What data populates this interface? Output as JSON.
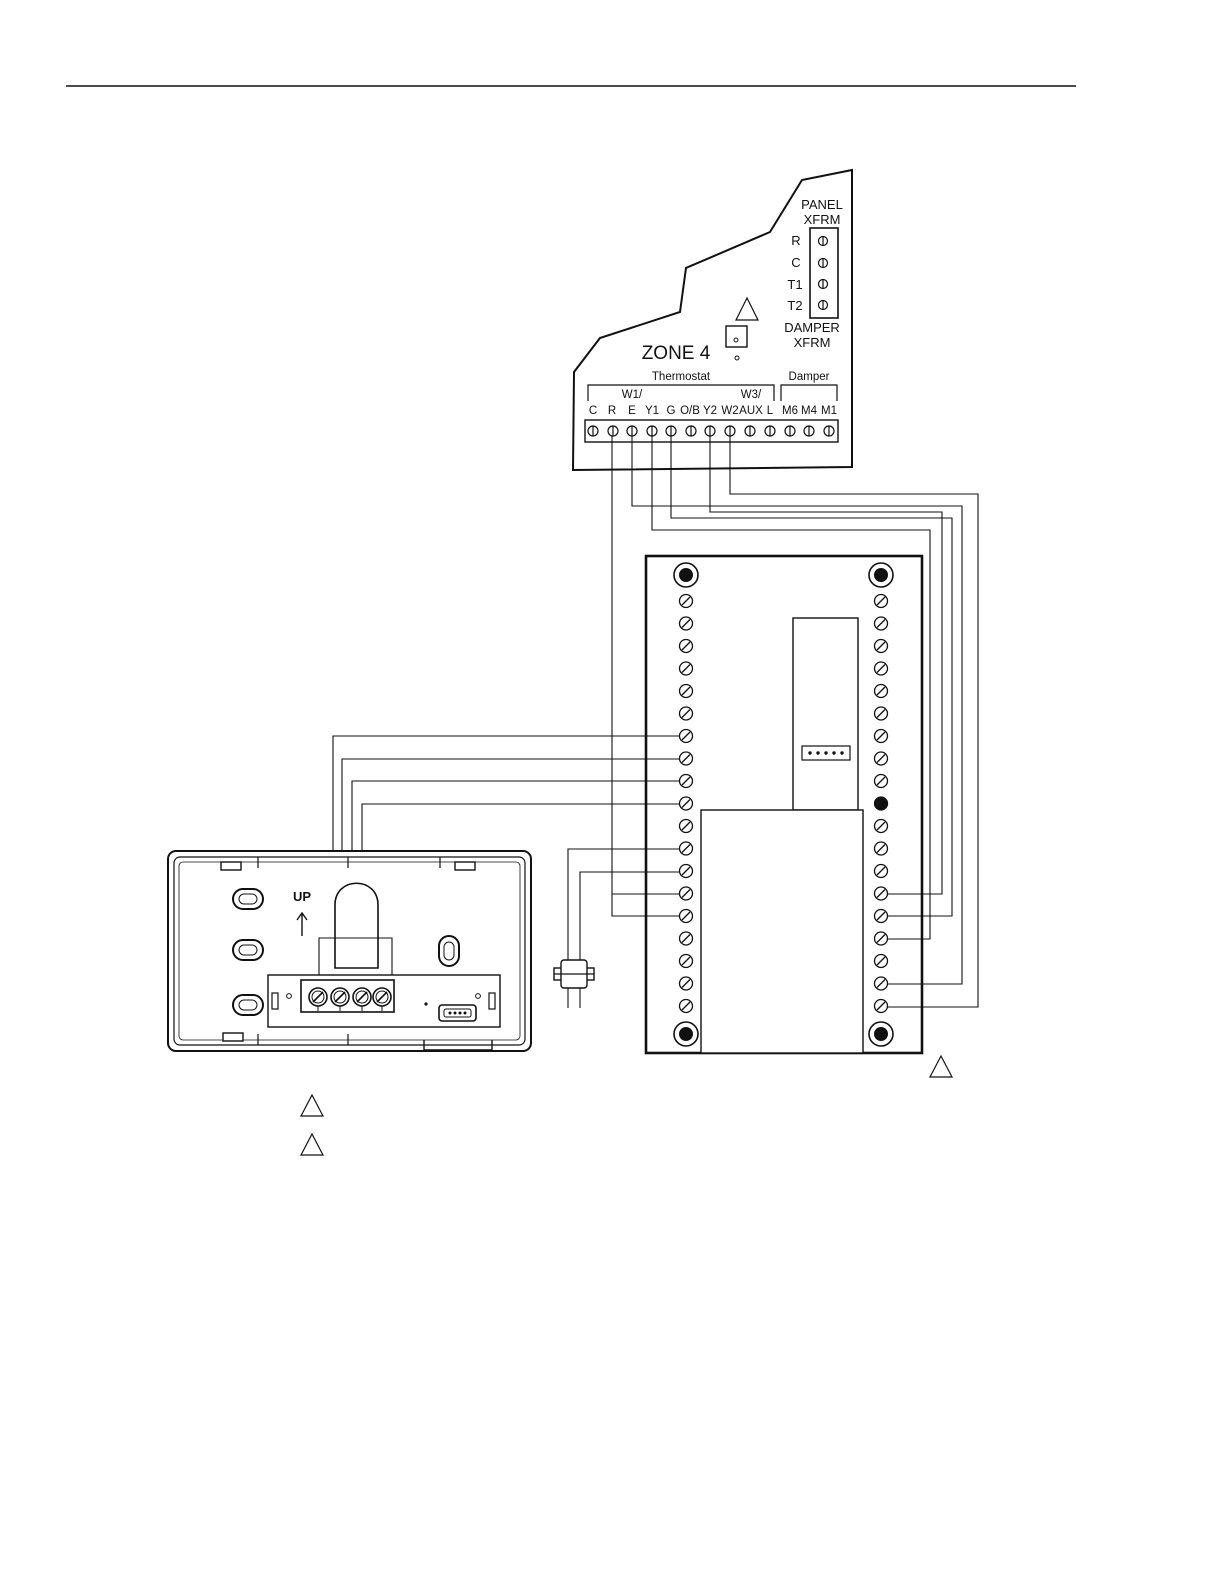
{
  "panel": {
    "xfrm_title_1": "PANEL",
    "xfrm_title_2": "XFRM",
    "xfrm_terminals": [
      "R",
      "C",
      "T1",
      "T2"
    ],
    "damper_title_1": "DAMPER",
    "damper_title_2": "XFRM",
    "zone_label": "ZONE 4",
    "thermostat_group_label": "Thermostat",
    "damper_group_label": "Damper",
    "terminal_prefixes": [
      "",
      "",
      "W1/",
      "",
      "",
      "",
      "",
      "W3/",
      "",
      "",
      "",
      ""
    ],
    "terminal_labels": [
      "C",
      "R",
      "E",
      "Y1",
      "G",
      "O/B",
      "Y2",
      "W2",
      "AUX",
      "L",
      "M6",
      "M4",
      "M1"
    ]
  },
  "thermostat": {
    "up_label": "UP",
    "up_arrow": "arrow-up-icon"
  },
  "colors": {
    "line": "#111111",
    "background": "#ffffff"
  }
}
